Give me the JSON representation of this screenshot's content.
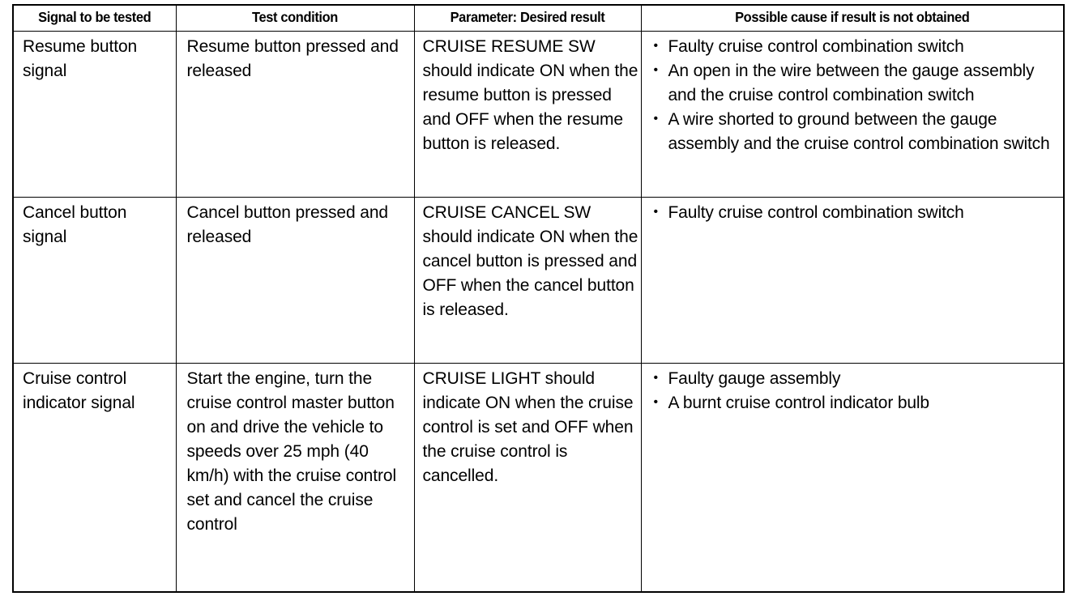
{
  "document": {
    "title": "Cruise control signal diagnostic table",
    "background_color": "#ffffff",
    "text_color": "#000000",
    "border_color": "#000000"
  },
  "table": {
    "columns": [
      {
        "key": "signal",
        "header": "Signal to be tested"
      },
      {
        "key": "condition",
        "header": "Test condition"
      },
      {
        "key": "parameter",
        "header": "Parameter: Desired result"
      },
      {
        "key": "cause",
        "header": "Possible cause if result is not obtained"
      }
    ],
    "rows": [
      {
        "signal": "Resume button signal",
        "condition": "Resume button pressed and released",
        "parameter": "CRUISE RESUME SW should indicate ON when the resume button is pressed and OFF when the resume button is released.",
        "causes": [
          "Faulty cruise control combination switch",
          "An open in the wire between the gauge assembly and the cruise control combination switch",
          "A wire shorted to ground between the gauge assembly and the cruise control combination switch"
        ]
      },
      {
        "signal": "Cancel button signal",
        "condition": "Cancel button pressed and released",
        "parameter": "CRUISE CANCEL SW should indicate ON when the cancel button is pressed and OFF when the cancel button is released.",
        "causes": [
          "Faulty cruise control combination switch"
        ]
      },
      {
        "signal": "Cruise control indicator signal",
        "condition": "Start the engine, turn the cruise control master button on and drive the vehicle to speeds over 25 mph (40 km/h) with the cruise control set and cancel the cruise control",
        "parameter": "CRUISE LIGHT should indicate ON when the cruise control is set and OFF when the cruise control is cancelled.",
        "causes": [
          "Faulty gauge assembly",
          "A burnt cruise control indicator bulb"
        ]
      }
    ]
  }
}
